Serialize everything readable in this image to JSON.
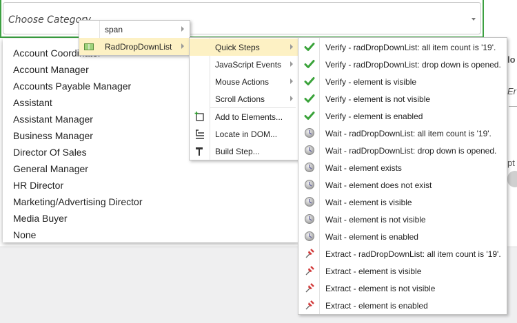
{
  "combo": {
    "value": "Choose Category"
  },
  "dropdown_items": [
    "Account Coordinator",
    "Account Manager",
    "Accounts Payable Manager",
    "Assistant",
    "Assistant Manager",
    "Business Manager",
    "Director Of Sales",
    "General Manager",
    "HR Director",
    "Marketing/Advertising Director",
    "Media Buyer",
    "None"
  ],
  "right_fragments": {
    "top": "lo",
    "middle": "Er",
    "lower": "pt"
  },
  "menu1": {
    "items": [
      {
        "label": "span"
      },
      {
        "label": "RadDropDownList"
      }
    ]
  },
  "menu2": {
    "items": [
      {
        "label": "Quick Steps"
      },
      {
        "label": "JavaScript Events"
      },
      {
        "label": "Mouse Actions"
      },
      {
        "label": "Scroll Actions"
      },
      {
        "label": "Add to Elements..."
      },
      {
        "label": "Locate in DOM..."
      },
      {
        "label": "Build Step..."
      }
    ]
  },
  "menu3": {
    "items": [
      {
        "label": "Verify - radDropDownList: all item count is '19'.",
        "icon": "check-icon"
      },
      {
        "label": "Verify - radDropDownList: drop down is opened.",
        "icon": "check-icon"
      },
      {
        "label": "Verify - element is visible",
        "icon": "check-icon"
      },
      {
        "label": "Verify - element is not visible",
        "icon": "check-icon"
      },
      {
        "label": "Verify - element is enabled",
        "icon": "check-icon"
      },
      {
        "label": "Wait - radDropDownList: all item count is '19'.",
        "icon": "wait-icon"
      },
      {
        "label": "Wait - radDropDownList: drop down is opened.",
        "icon": "wait-icon"
      },
      {
        "label": "Wait - element exists",
        "icon": "wait-icon"
      },
      {
        "label": "Wait - element does not exist",
        "icon": "wait-icon"
      },
      {
        "label": "Wait - element is visible",
        "icon": "wait-icon"
      },
      {
        "label": "Wait - element is not visible",
        "icon": "wait-icon"
      },
      {
        "label": "Wait - element is enabled",
        "icon": "wait-icon"
      },
      {
        "label": "Extract - radDropDownList: all item count is '19'.",
        "icon": "extract-icon"
      },
      {
        "label": "Extract - element is visible",
        "icon": "extract-icon"
      },
      {
        "label": "Extract - element is not visible",
        "icon": "extract-icon"
      },
      {
        "label": "Extract - element is enabled",
        "icon": "extract-icon"
      }
    ]
  },
  "colors": {
    "highlight": "#fdf1c4",
    "focus_border": "#3ca041",
    "check": "#3aa33a"
  }
}
